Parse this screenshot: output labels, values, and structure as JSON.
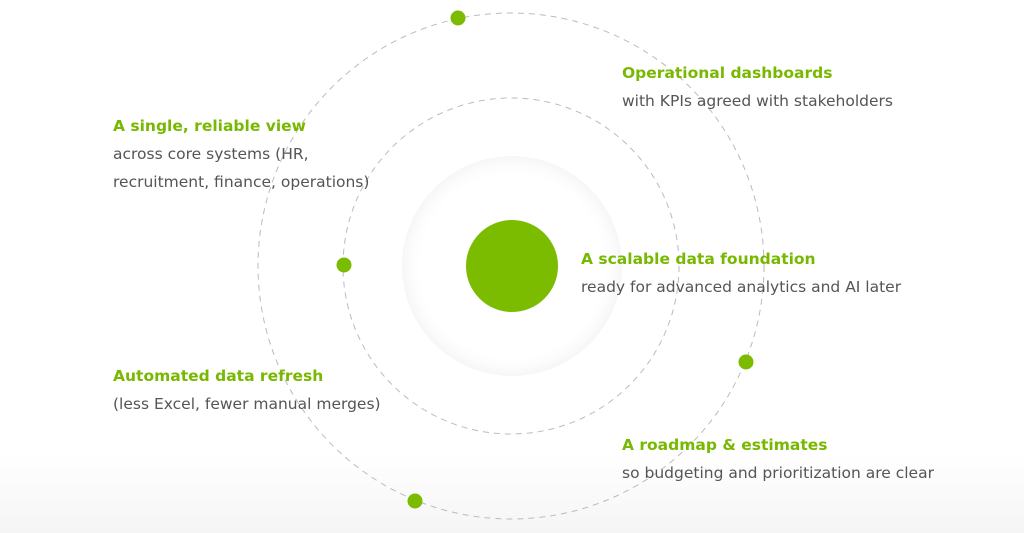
{
  "colors": {
    "accent": "#7bbb00",
    "text": "#555555",
    "ring": "#bbbbbb"
  },
  "items": [
    {
      "title": "Operational dashboards",
      "desc": "with KPIs agreed with stakeholders"
    },
    {
      "title": "A single, reliable view",
      "desc": "across core systems (HR,\nrecruitment, finance, operations)"
    },
    {
      "title": "A scalable data foundation",
      "desc": "ready for advanced analytics and AI later"
    },
    {
      "title": "Automated data refresh",
      "desc": "(less Excel, fewer manual merges)"
    },
    {
      "title": "A roadmap & estimates",
      "desc": "so budgeting and prioritization are clear"
    }
  ]
}
